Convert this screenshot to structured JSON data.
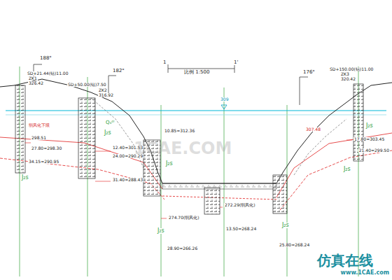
{
  "diagram": {
    "title": "比例 1:500",
    "labels": [
      "1",
      "1'",
      "188°",
      "182°",
      "176°",
      "SD+21.44(钻)11.00",
      "ZK1",
      "326.42",
      "SD+50.00(钻)7.50",
      "ZK2",
      "316.92",
      "SD+150.00(钻)11.00",
      "ZK3",
      "320.42",
      "309",
      "弱风化下限",
      "298.51",
      "27.80=298.30",
      "34.15=290.95",
      "J₂s",
      "J₂s",
      "J₂s",
      "J₂s",
      "J₂s",
      "J₂s",
      "J₂s",
      "12.40=301.53",
      "24.00=290.29",
      "31.40=288.43",
      "10.85=312.36",
      "274.70(弱风化)",
      "272.29(弱风化)",
      "13.50=268.24",
      "28.90=266.26",
      "25.80=268.24",
      "307.48",
      "17.80=303.45",
      "21.40=299.50",
      "Q₄ᵈˡ",
      "1CAE.COM",
      "仿真在线",
      "www.1CAE.com"
    ]
  }
}
